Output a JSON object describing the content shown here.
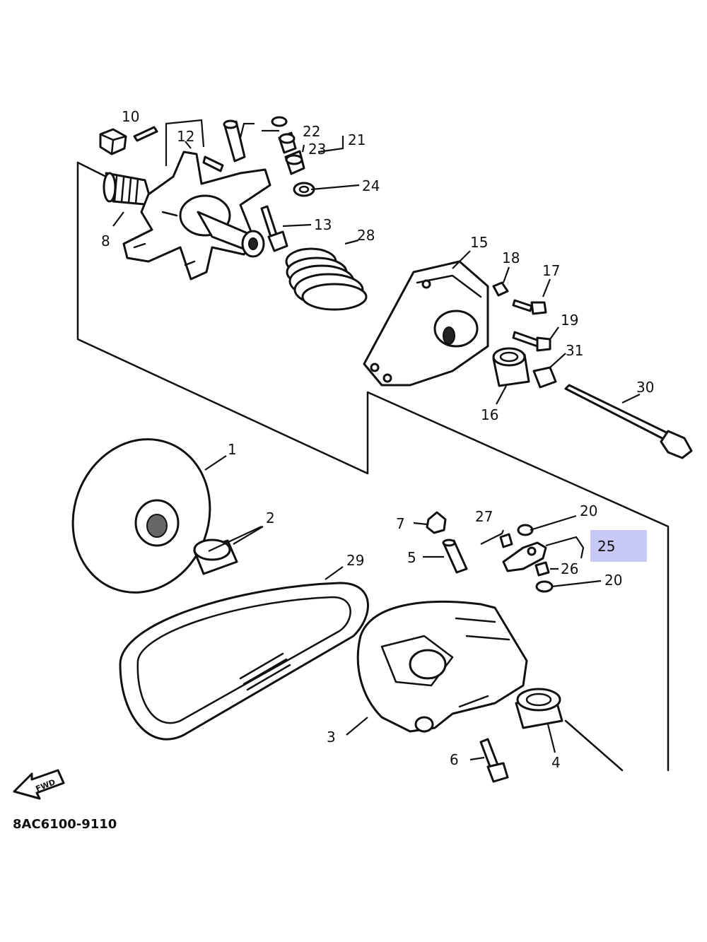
{
  "diagram": {
    "code": "8AC6100-9110",
    "fwd_label": "FWD",
    "highlighted_part": "25",
    "highlight_color": "#c8c8f4"
  },
  "labels": {
    "p1": "1",
    "p2": "2",
    "p3": "3",
    "p4": "4",
    "p5": "5",
    "p6": "6",
    "p7": "7",
    "p8": "8",
    "p10": "10",
    "p12": "12",
    "p13": "13",
    "p15": "15",
    "p16": "16",
    "p17": "17",
    "p18": "18",
    "p19": "19",
    "p20a": "20",
    "p20b": "20",
    "p21": "21",
    "p22": "22",
    "p23": "23",
    "p24": "24",
    "p25": "25",
    "p26": "26",
    "p27": "27",
    "p28": "28",
    "p29": "29",
    "p30": "30",
    "p31": "31"
  }
}
